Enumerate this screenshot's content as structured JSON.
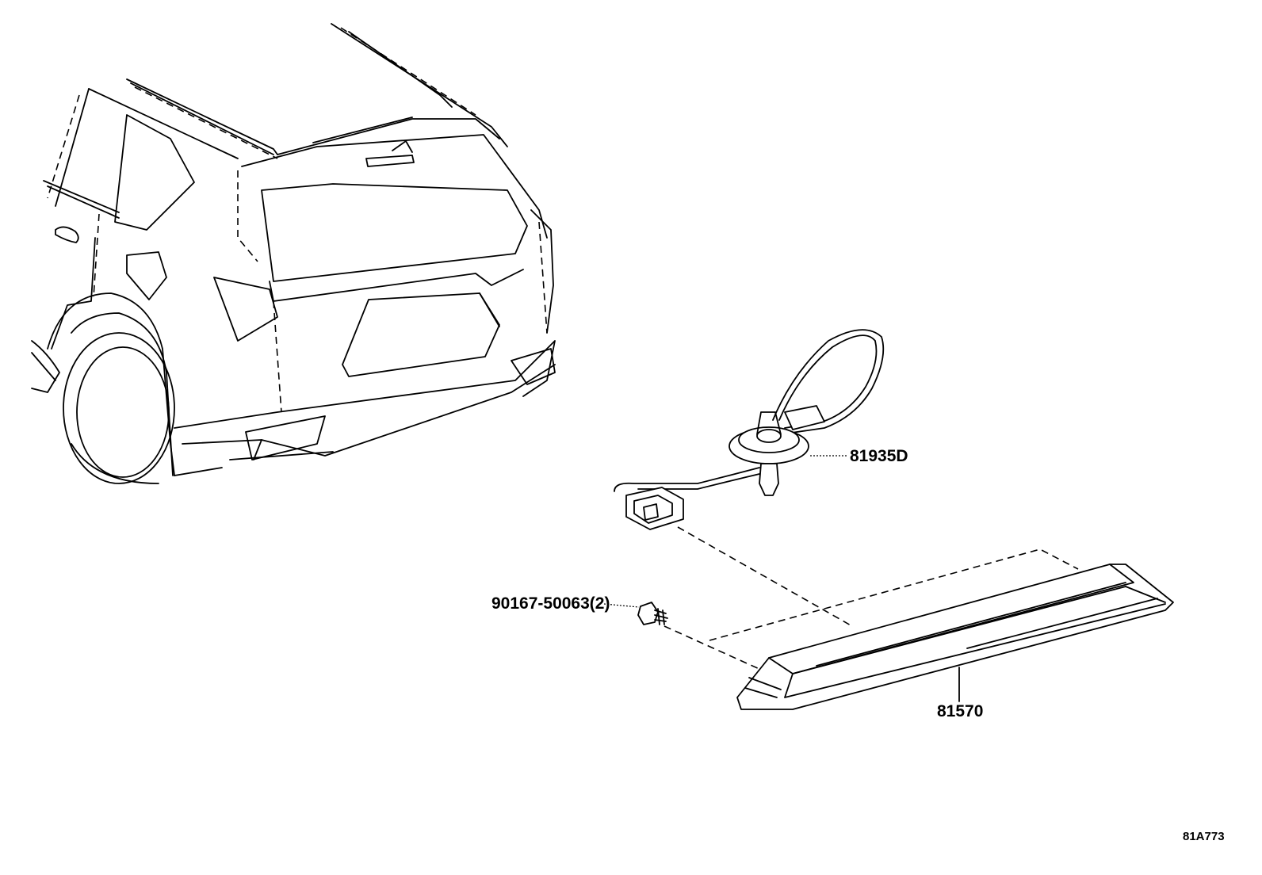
{
  "diagram": {
    "parts": [
      {
        "id": "81935D"
      },
      {
        "id": "90167-50063(2)"
      },
      {
        "id": "81570"
      }
    ],
    "figure_ref": "81A773"
  }
}
